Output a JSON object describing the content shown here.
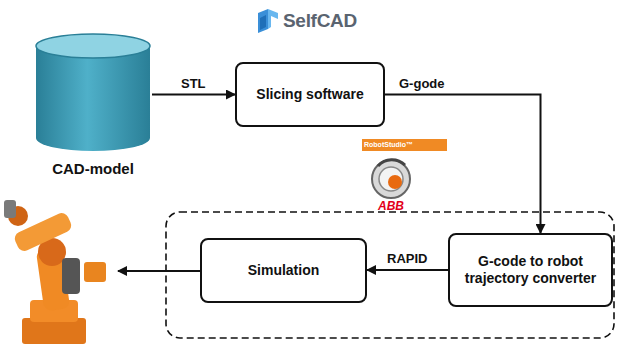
{
  "diagram": {
    "nodes": [
      {
        "text": [
          "CAD-model"
        ]
      },
      {
        "text": [
          "Slicing software"
        ]
      },
      {
        "text": [
          "G-code to robot trajectory converter"
        ]
      },
      {
        "text": [
          "Simulation"
        ]
      }
    ],
    "edges": [
      {
        "from": 0,
        "to": 1,
        "arrow": "to",
        "label": "STL"
      },
      {
        "from": 1,
        "to": 2,
        "arrow": "to",
        "label": "G-gode"
      },
      {
        "from": 2,
        "to": 3,
        "arrow": "to",
        "label": "RAPID"
      }
    ],
    "labels": [
      "SelfCAD",
      "RobotStudio™",
      "ABB"
    ]
  }
}
